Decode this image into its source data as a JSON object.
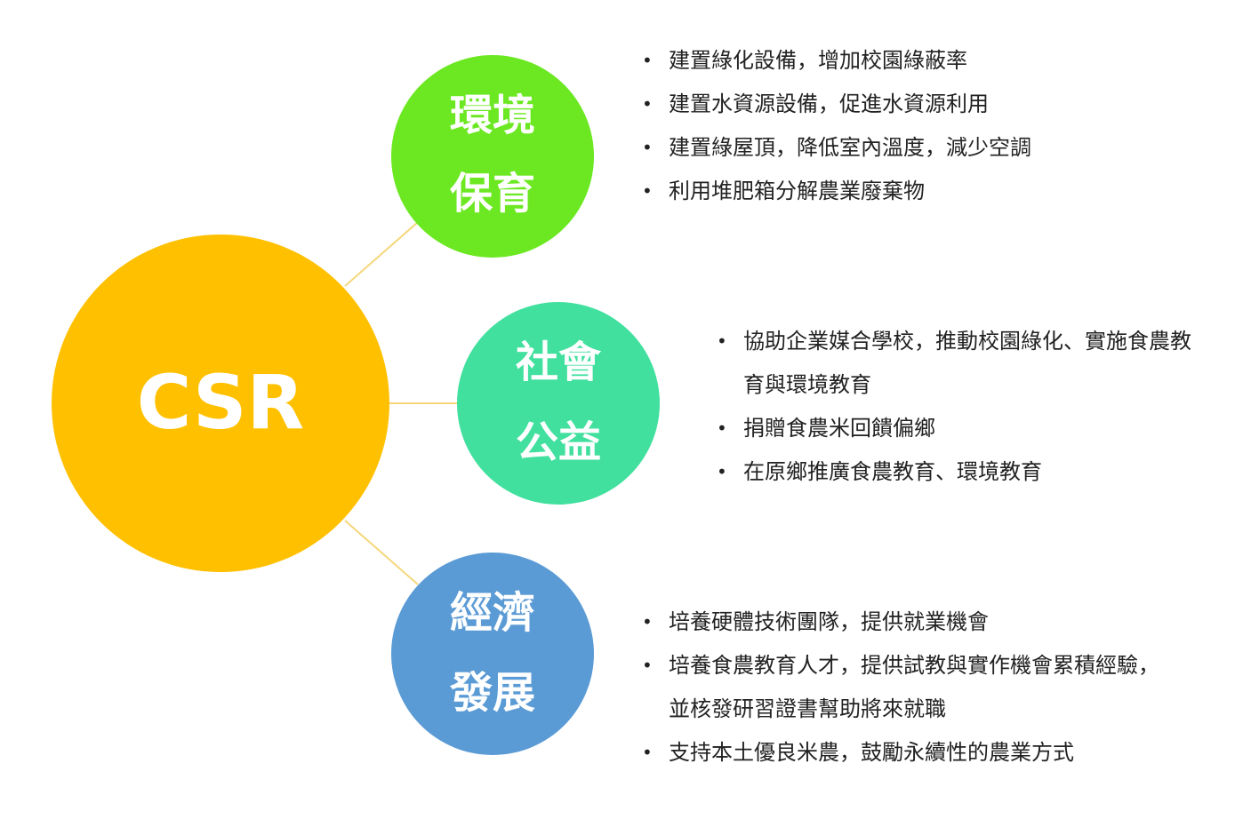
{
  "center": {
    "label": "CSR",
    "color": "#FFC000"
  },
  "branches": [
    {
      "id": "environment",
      "label_line1": "環境",
      "label_line2": "保育",
      "color": "#6CE822",
      "items": [
        "建置綠化設備，增加校園綠蔽率",
        "建置水資源設備，促進水資源利用",
        "建置綠屋頂，降低室內溫度，減少空調",
        "利用堆肥箱分解農業廢棄物"
      ]
    },
    {
      "id": "society",
      "label_line1": "社會",
      "label_line2": "公益",
      "color": "#41E09E",
      "items": [
        "協助企業媒合學校，推動校園綠化、實施食農教育與環境教育",
        "捐贈食農米回饋偏鄉",
        "在原鄉推廣食農教育、環境教育"
      ]
    },
    {
      "id": "economy",
      "label_line1": "經濟",
      "label_line2": "發展",
      "color": "#5B9BD5",
      "items": [
        "培養硬體技術團隊，提供就業機會",
        "培養食農教育人才，提供試教與實作機會累積經驗，並核發研習證書幫助將來就職",
        "支持本土優良米農，鼓勵永續性的農業方式"
      ]
    }
  ]
}
